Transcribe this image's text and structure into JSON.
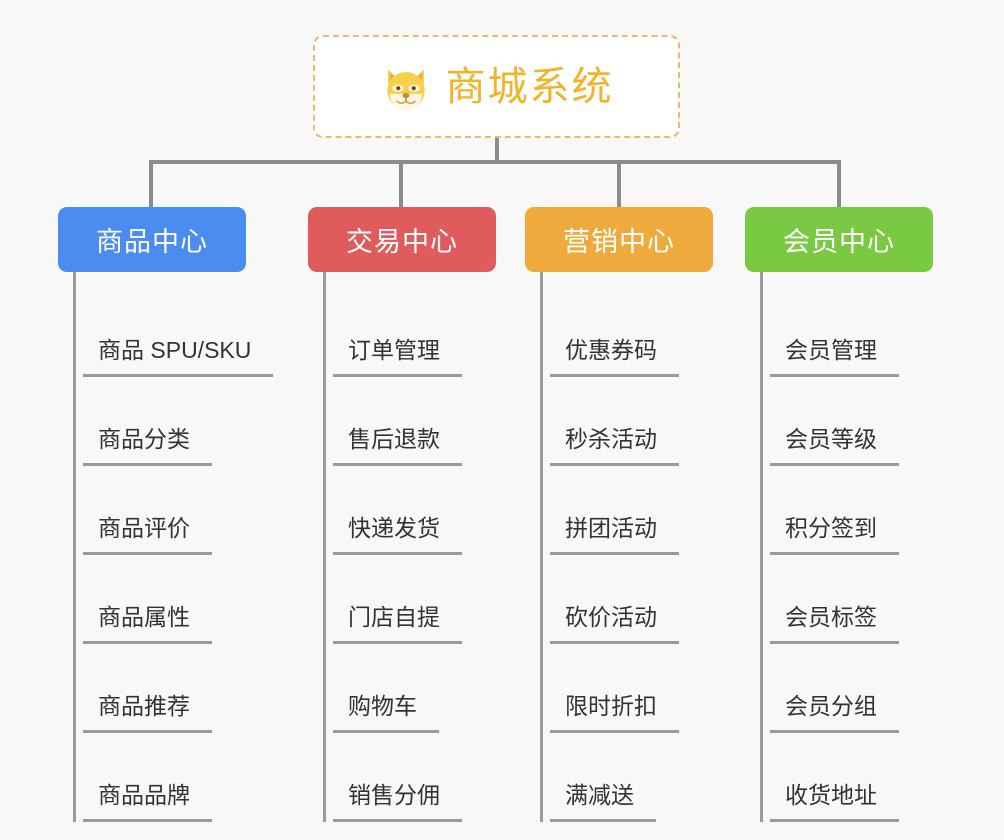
{
  "background_color": "#f8f8f8",
  "root": {
    "title": "商城系统",
    "icon": "dog-face-emoji",
    "text_color": "#f0b429",
    "border_color": "#edb96b"
  },
  "columns": [
    {
      "title": "商品中心",
      "color": "#4a8cf0",
      "items": [
        "商品 SPU/SKU",
        "商品分类",
        "商品评价",
        "商品属性",
        "商品推荐",
        "商品品牌"
      ]
    },
    {
      "title": "交易中心",
      "color": "#e05c5c",
      "items": [
        "订单管理",
        "售后退款",
        "快递发货",
        "门店自提",
        "购物车",
        "销售分佣"
      ]
    },
    {
      "title": "营销中心",
      "color": "#eeaa3c",
      "items": [
        "优惠券码",
        "秒杀活动",
        "拼团活动",
        "砍价活动",
        "限时折扣",
        "满减送"
      ]
    },
    {
      "title": "会员中心",
      "color": "#7ac943",
      "items": [
        "会员管理",
        "会员等级",
        "积分签到",
        "会员标签",
        "会员分组",
        "收货地址"
      ]
    }
  ],
  "connector_color": "#8c8c8c"
}
